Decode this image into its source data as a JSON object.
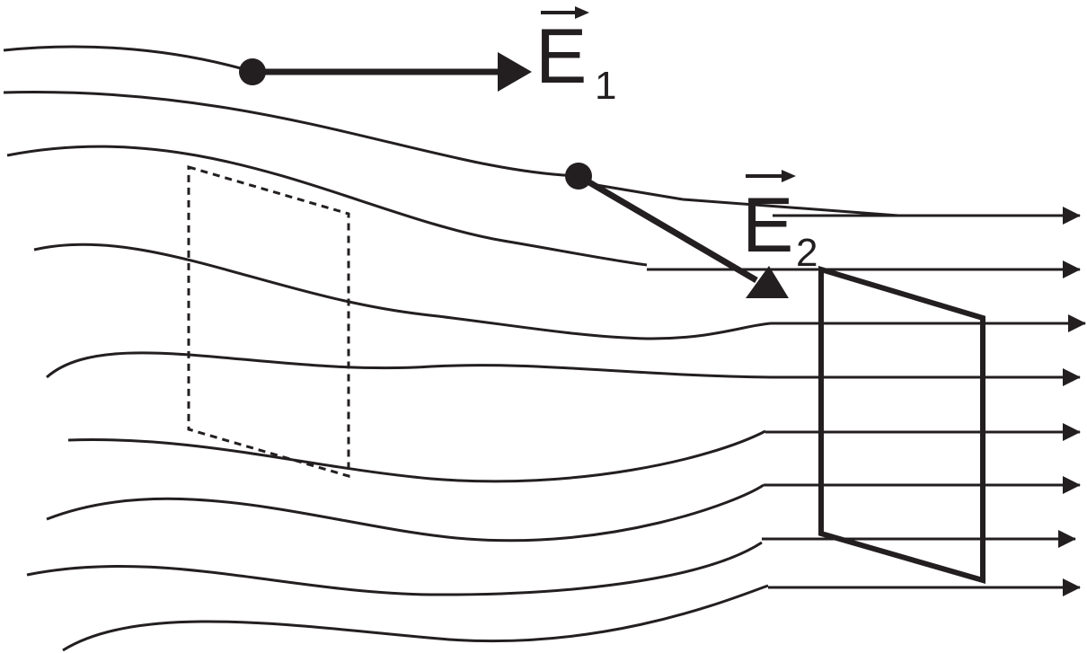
{
  "diagram": {
    "labels": {
      "e1": {
        "letter": "E",
        "subscript": "1"
      },
      "e2": {
        "letter": "E",
        "subscript": "2"
      }
    },
    "colors": {
      "ink": "#231f20",
      "background": "#ffffff"
    }
  }
}
